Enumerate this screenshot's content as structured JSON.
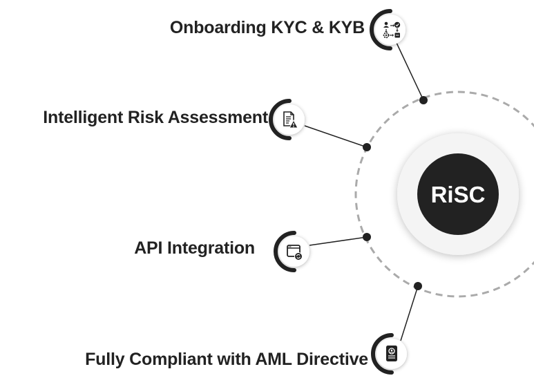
{
  "hub": {
    "label": "RiSC"
  },
  "features": [
    {
      "label": "Onboarding KYC & KYB",
      "icon": "onboarding-flow-icon"
    },
    {
      "label": "Intelligent Risk Assessment",
      "icon": "risk-document-icon"
    },
    {
      "label": "API Integration",
      "icon": "api-window-icon"
    },
    {
      "label": "Fully Compliant with AML Directive",
      "icon": "id-badge-icon"
    }
  ],
  "colors": {
    "dark": "#222222",
    "ring": "#aaaaaa",
    "halo": "#f2f2f2",
    "icon_bg": "#ffffff"
  }
}
